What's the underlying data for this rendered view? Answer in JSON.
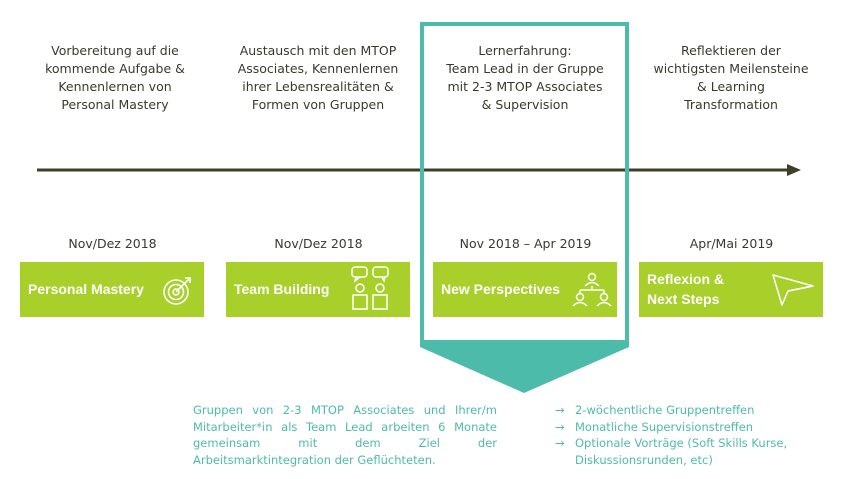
{
  "phases": [
    {
      "description": [
        "Vorbereitung auf die",
        "kommende Aufgabe &",
        "Kennenlernen von",
        "Personal Mastery"
      ],
      "date": "Nov/Dez 2018",
      "title": [
        "Personal Mastery"
      ],
      "icon": "target-icon"
    },
    {
      "description": [
        "Austausch mit den MTOP",
        "Associates, Kennenlernen",
        "ihrer Lebensrealitäten &",
        "Formen von Gruppen"
      ],
      "date": "Nov/Dez 2018",
      "title": [
        "Team Building"
      ],
      "icon": "team-chat-icon"
    },
    {
      "description": [
        "Lernerfahrung:",
        "Team Lead in der Gruppe",
        "mit 2-3 MTOP Associates",
        "& Supervision"
      ],
      "date": "Nov 2018 – Apr 2019",
      "title": [
        "New Perspectives"
      ],
      "icon": "people-network-icon"
    },
    {
      "description": [
        "Reflektieren der",
        "wichtigsten Meilensteine",
        "& Learning",
        "Transformation"
      ],
      "date": "Apr/Mai 2019",
      "title": [
        "Reflexion &",
        "Next Steps"
      ],
      "icon": "paper-plane-icon"
    }
  ],
  "detail": {
    "text": "Gruppen von 2-3 MTOP Associates und Ihrer/m Mitarbeiter*in als Team Lead arbeiten 6 Monate gemeinsam mit dem Ziel der Arbeitsmarktintegration der Geflüchteten.",
    "bullets": [
      "2-wöchentliche Gruppentreffen",
      "Monatliche Supervisionstreffen",
      "Optionale Vorträge (Soft Skills Kurse, Diskussionsrunden, etc)"
    ],
    "bullet_marker": "→"
  },
  "colors": {
    "green": "#a8cf2a",
    "teal": "#4dbbaa",
    "dark_olive": "#3f3f28"
  }
}
